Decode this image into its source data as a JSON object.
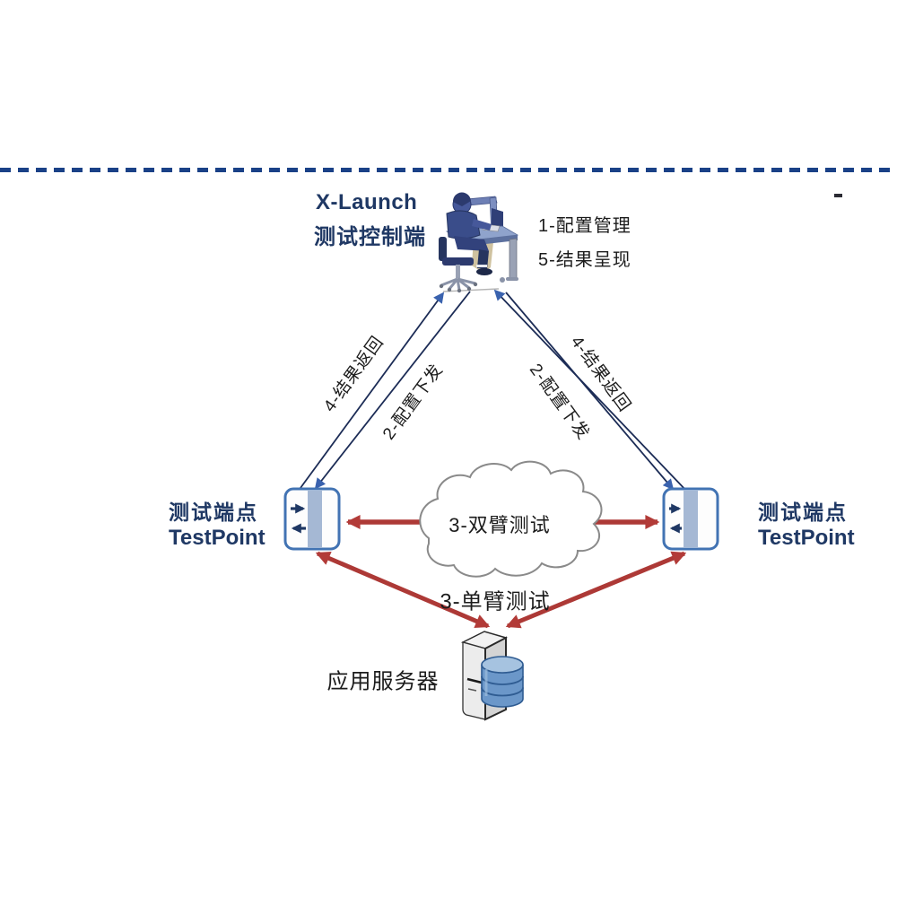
{
  "control": {
    "title": "X-Launch",
    "subtitle": "测试控制端",
    "note_config": "1-配置管理",
    "note_result": "5-结果呈现"
  },
  "flows": {
    "result_return_left": "4-结果返回",
    "config_dispatch_left": "2-配置下发",
    "result_return_right": "4-结果返回",
    "config_dispatch_right": "2-配置下发",
    "dual_arm": "3-双臂测试",
    "single_arm": "3-单臂测试"
  },
  "endpoints": {
    "left": {
      "name_cn": "测试端点",
      "name_en": "TestPoint"
    },
    "right": {
      "name_cn": "测试端点",
      "name_en": "TestPoint"
    }
  },
  "server": {
    "label": "应用服务器"
  },
  "icons": {
    "workstation": "operator-workstation-icon",
    "testpoint_left": "testpoint-node-icon",
    "testpoint_right": "testpoint-node-icon",
    "cloud": "network-cloud-icon",
    "server_tower": "application-server-icon",
    "database": "database-cylinder-icon"
  },
  "colors": {
    "navy_text": "#1f3864",
    "line_navy": "#1c2c56",
    "arrowhead_blue": "#3a62ae",
    "arrow_red": "#b23b38",
    "box_border": "#4273b3",
    "box_bar": "#a5b8d4",
    "label_black": "#1c1c1c",
    "cloud_stroke": "#8a8a8a",
    "divider_blue": "#1a4187",
    "db_blue": "#6b97c9"
  }
}
